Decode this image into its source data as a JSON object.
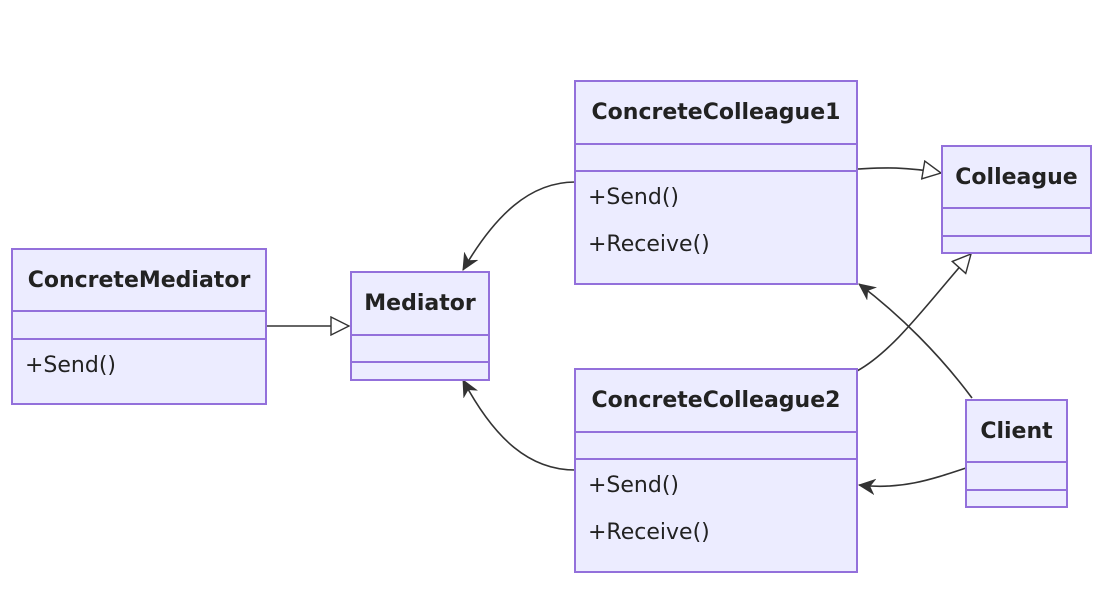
{
  "diagram": {
    "classes": {
      "concrete_mediator": {
        "name": "ConcreteMediator",
        "methods": [
          "+Send()"
        ]
      },
      "mediator": {
        "name": "Mediator",
        "methods": []
      },
      "concrete_colleague1": {
        "name": "ConcreteColleague1",
        "methods": [
          "+Send()",
          "+Receive()"
        ]
      },
      "concrete_colleague2": {
        "name": "ConcreteColleague2",
        "methods": [
          "+Send()",
          "+Receive()"
        ]
      },
      "colleague": {
        "name": "Colleague",
        "methods": []
      },
      "client": {
        "name": "Client",
        "methods": []
      }
    },
    "relations": [
      {
        "from": "ConcreteMediator",
        "to": "Mediator",
        "type": "inheritance"
      },
      {
        "from": "ConcreteColleague1",
        "to": "Colleague",
        "type": "inheritance"
      },
      {
        "from": "ConcreteColleague2",
        "to": "Colleague",
        "type": "inheritance"
      },
      {
        "from": "ConcreteColleague1",
        "to": "Mediator",
        "type": "association"
      },
      {
        "from": "ConcreteColleague2",
        "to": "Mediator",
        "type": "association"
      },
      {
        "from": "Client",
        "to": "ConcreteColleague1",
        "type": "association"
      },
      {
        "from": "Client",
        "to": "ConcreteColleague2",
        "type": "association"
      }
    ],
    "colors": {
      "fill": "#ececff",
      "stroke": "#9370db",
      "edge": "#333333"
    }
  }
}
